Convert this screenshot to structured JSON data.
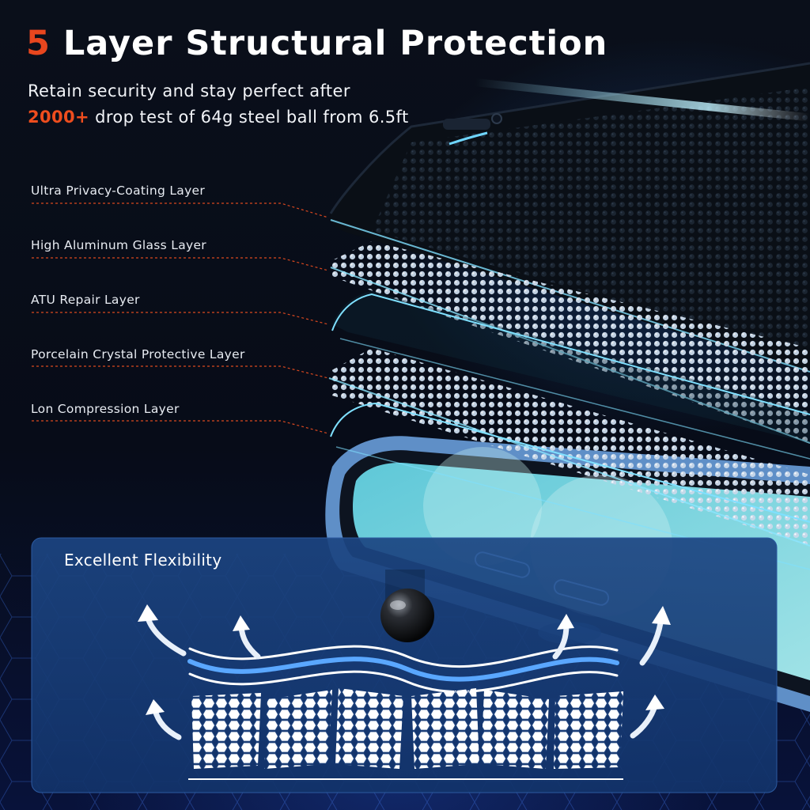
{
  "headline": {
    "number": "5",
    "text": "Layer Structural Protection"
  },
  "subtitle": {
    "line1": "Retain security and stay perfect after",
    "highlight": "2000+",
    "line2_rest": "drop test of 64g steel ball from 6.5ft"
  },
  "layers": [
    {
      "label": "Ultra Privacy-Coating Layer"
    },
    {
      "label": "High Aluminum Glass Layer"
    },
    {
      "label": "ATU Repair Layer"
    },
    {
      "label": "Porcelain Crystal Protective Layer"
    },
    {
      "label": "Lon Compression Layer"
    }
  ],
  "flex_panel": {
    "title": "Excellent Flexibility"
  },
  "colors": {
    "accent": "#e8461e",
    "leader_line": "#d9481f",
    "glass_edge": "#7fe0ff",
    "panel": "#16386e",
    "phone_body": "#5f8fc7"
  },
  "icons": [
    "steel-ball-icon",
    "arrow-up-icon",
    "hexagon-mesh-icon"
  ]
}
